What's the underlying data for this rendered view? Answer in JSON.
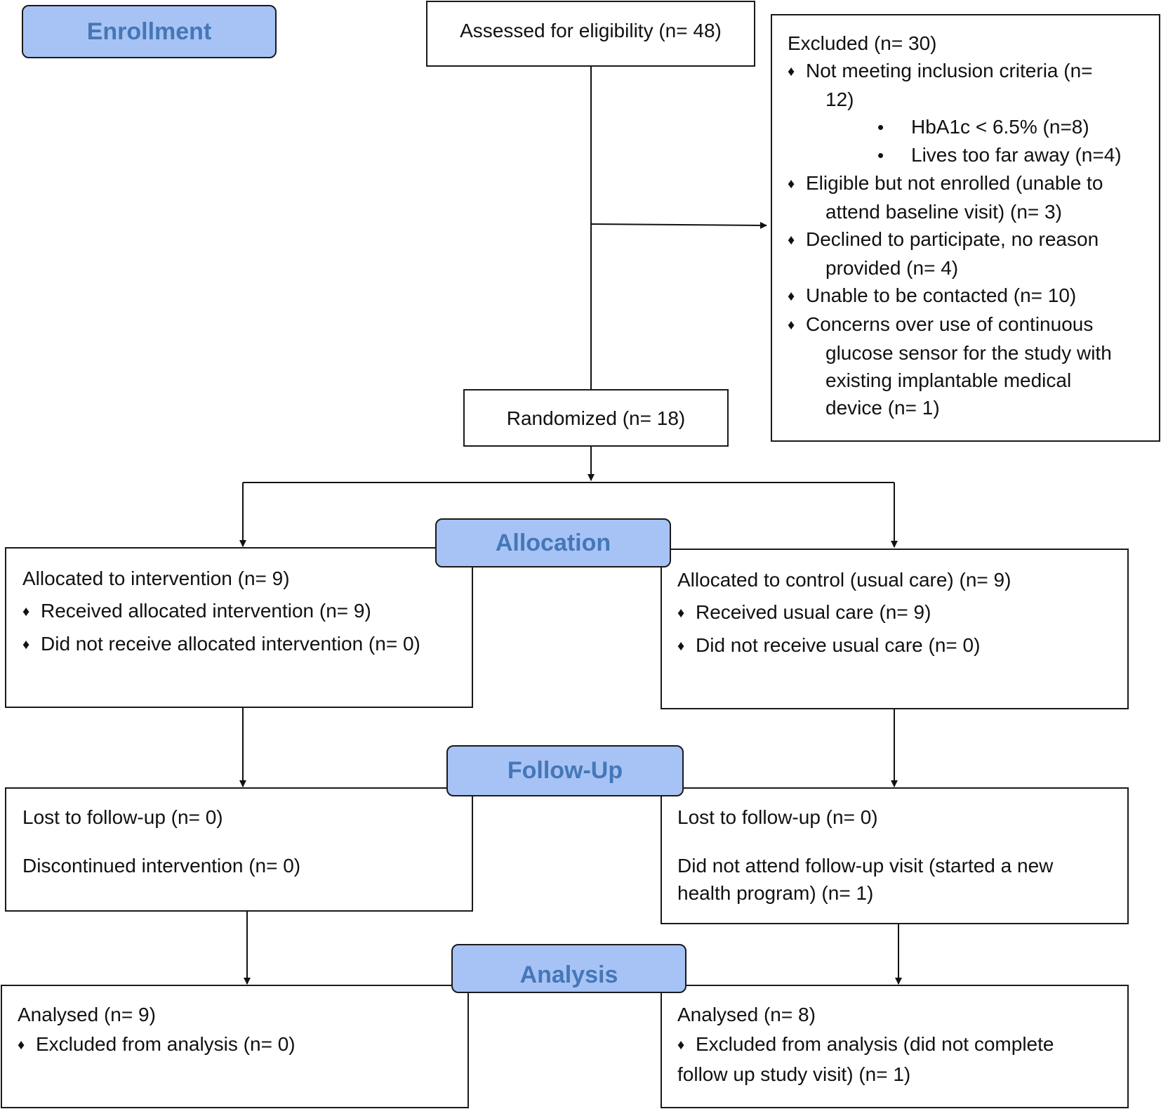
{
  "stages": {
    "enrollment": "Enrollment",
    "allocation": "Allocation",
    "follow_up": "Follow-Up",
    "analysis": "Analysis"
  },
  "assessed": "Assessed for eligibility (n= 48)",
  "randomized": "Randomized (n= 18)",
  "excluded": {
    "title": "Excluded (n= 30)",
    "items": [
      {
        "lines": [
          "Not meeting inclusion criteria (n=",
          "12)"
        ]
      },
      {
        "lines": [
          "Eligible but not enrolled (unable to",
          "attend baseline visit) (n= 3)"
        ]
      },
      {
        "lines": [
          "Declined to participate, no reason",
          "provided (n= 4)"
        ]
      },
      {
        "lines": [
          "Unable to be contacted (n= 10)"
        ]
      },
      {
        "lines": [
          "Concerns over use of continuous",
          "glucose sensor for the study with",
          "existing implantable medical",
          "device (n= 1)"
        ]
      }
    ],
    "subitems": [
      "HbA1c < 6.5% (n=8)",
      "Lives too far away (n=4)"
    ]
  },
  "allocation": {
    "left": {
      "title": "Allocated to intervention (n= 9)",
      "items": [
        "Received allocated intervention (n=  9)",
        "Did not receive allocated intervention (n= 0)"
      ]
    },
    "right": {
      "title": "Allocated to control (usual care) (n= 9)",
      "items": [
        "Received usual care (n=  9)",
        "Did not receive usual care (n=  0)"
      ]
    }
  },
  "follow_up": {
    "left": {
      "lost": "Lost to follow-up (n= 0)",
      "discontinued": "Discontinued intervention (n= 0)"
    },
    "right": {
      "lost": "Lost to follow-up (n= 0)",
      "did_not_attend": [
        "Did not attend follow-up visit (started a new",
        "health program) (n= 1)"
      ]
    }
  },
  "analysis": {
    "left": {
      "title": "Analysed (n= 9)",
      "item": "Excluded from analysis (n= 0)"
    },
    "right": {
      "title": "Analysed (n= 8)",
      "item_lines": [
        "Excluded from analysis (did not complete",
        "follow up study visit) (n= 1)"
      ]
    }
  },
  "icons": {
    "bullet": "diamond-bullet-icon",
    "sub_bullet": "dot-bullet-icon"
  }
}
